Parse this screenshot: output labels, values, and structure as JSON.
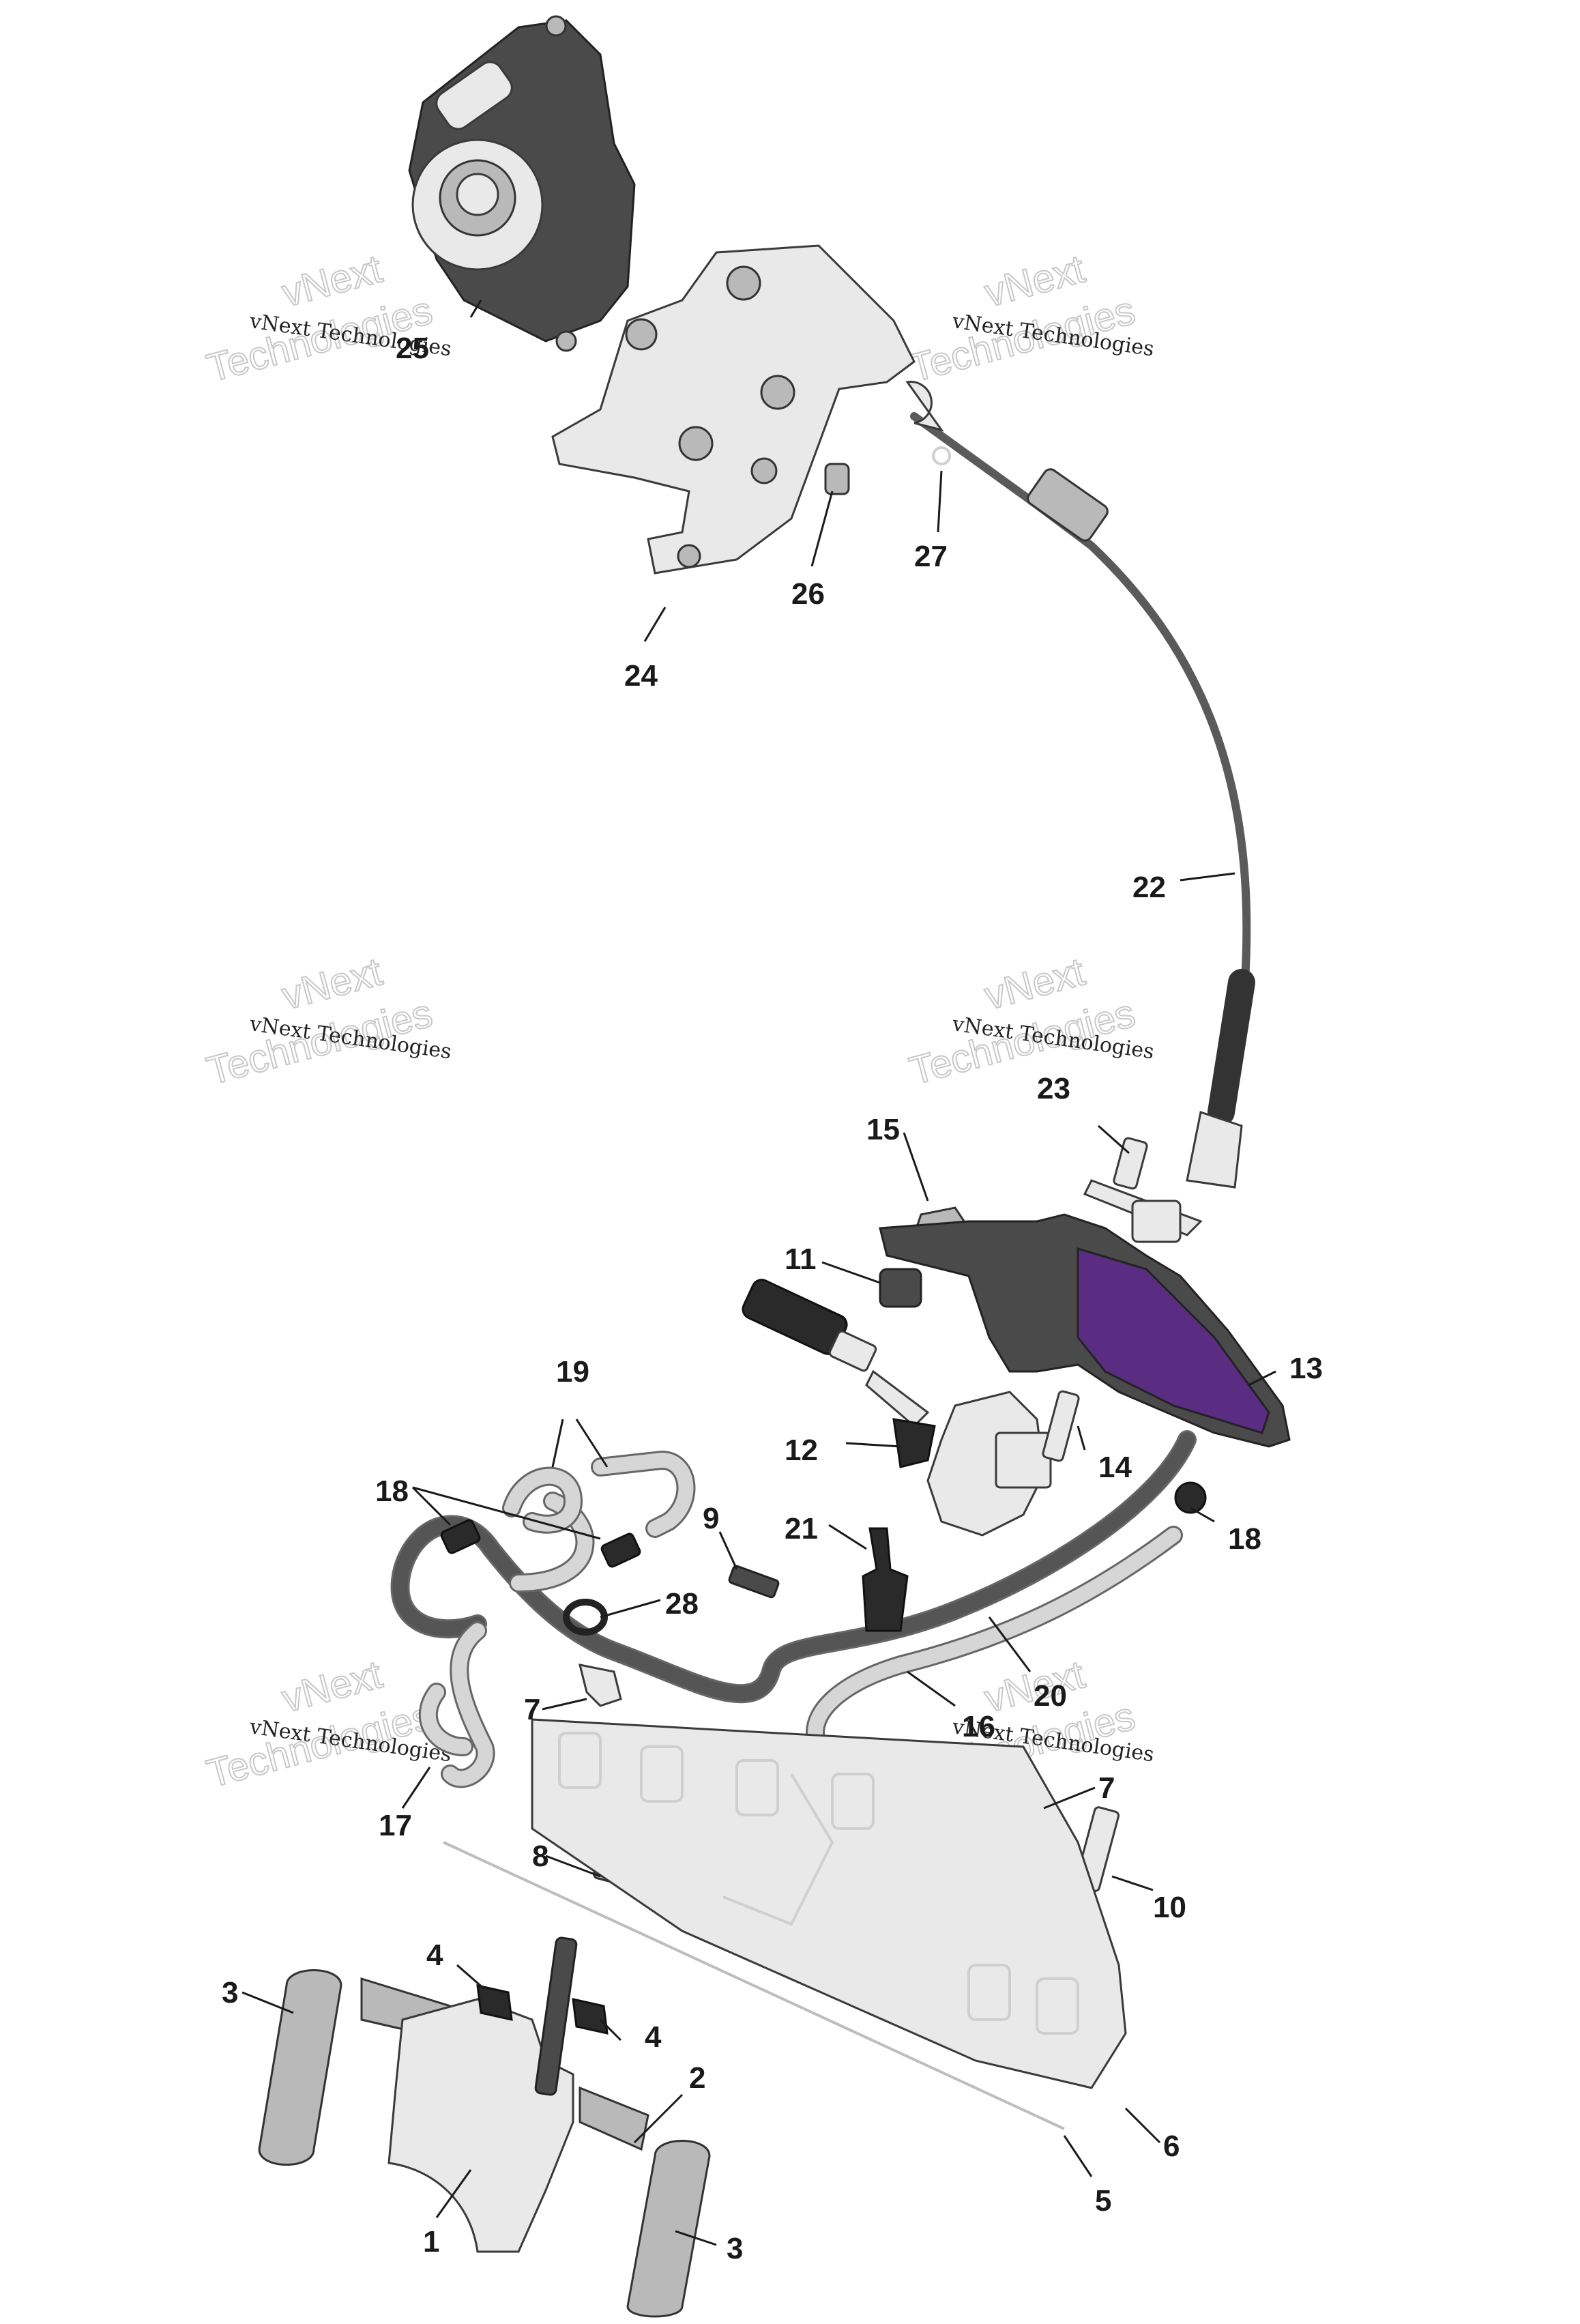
{
  "watermark": {
    "small": "vNext Technologies",
    "large_top": "vNext",
    "large_bottom": "Technologies"
  },
  "callouts": [
    "1",
    "2",
    "3",
    "3",
    "4",
    "4",
    "5",
    "6",
    "7",
    "7",
    "8",
    "9",
    "10",
    "11",
    "12",
    "13",
    "14",
    "15",
    "16",
    "17",
    "18",
    "18",
    "19",
    "20",
    "21",
    "22",
    "23",
    "24",
    "25",
    "26",
    "27",
    "28"
  ],
  "colors": {
    "accent_purple": "#5a2d82",
    "part_grey": "#b9b9b9",
    "part_dark": "#4a4a4a"
  }
}
